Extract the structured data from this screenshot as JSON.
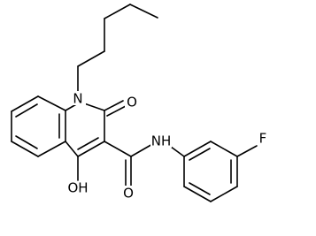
{
  "atoms": {
    "n1": "N",
    "o_carbonyl_ring": "O",
    "oh": "OH",
    "o_amide": "O",
    "nh": "NH",
    "f": "F"
  }
}
